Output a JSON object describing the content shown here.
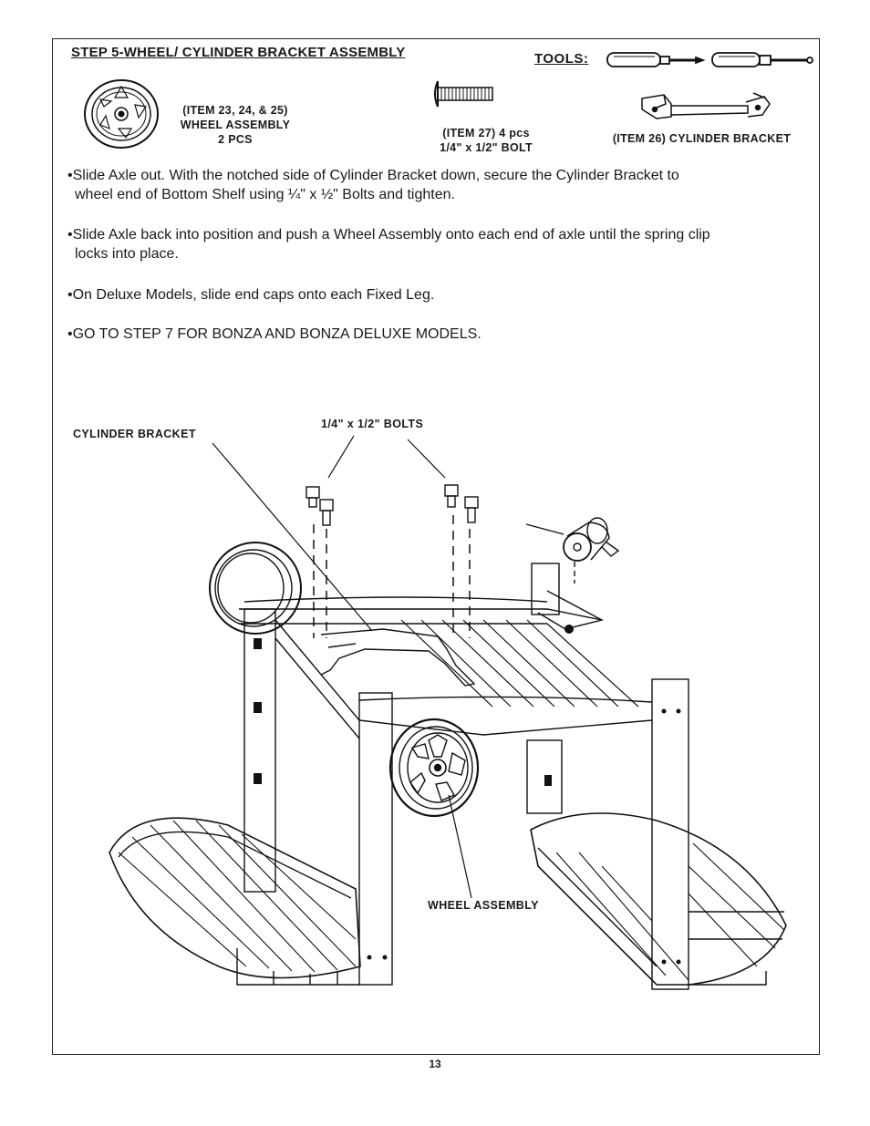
{
  "header": {
    "title": "STEP 5-WHEEL/ CYLINDER BRACKET ASSEMBLY",
    "tools_label": "TOOLS:"
  },
  "parts": [
    {
      "line1": "(ITEM 23, 24, & 25)",
      "line2": "WHEEL ASSEMBLY",
      "line3": "2 PCS"
    },
    {
      "line1": "(ITEM 27) 4 pcs",
      "line2": "1/4\" x 1/2\" BOLT"
    },
    {
      "line1": "(ITEM 26) CYLINDER BRACKET"
    }
  ],
  "instructions": [
    {
      "line1": "•Slide Axle out. With the notched side of Cylinder Bracket down, secure the Cylinder Bracket to",
      "line2": "wheel end of Bottom Shelf using  ¼\" x ½\" Bolts and tighten."
    },
    {
      "line1": "•Slide Axle back into position and push a Wheel Assembly onto each end of axle until the spring clip",
      "line2": "locks into place."
    },
    {
      "line1": "•On Deluxe Models, slide end caps onto each Fixed Leg."
    },
    {
      "line1": "•GO TO STEP 7 FOR BONZA AND BONZA DELUXE MODELS."
    }
  ],
  "diagram_labels": {
    "cylinder_bracket": "CYLINDER BRACKET",
    "bolts": "1/4\" x 1/2\" BOLTS",
    "wheel_assembly": "WHEEL ASSEMBLY"
  },
  "page_number": "13"
}
